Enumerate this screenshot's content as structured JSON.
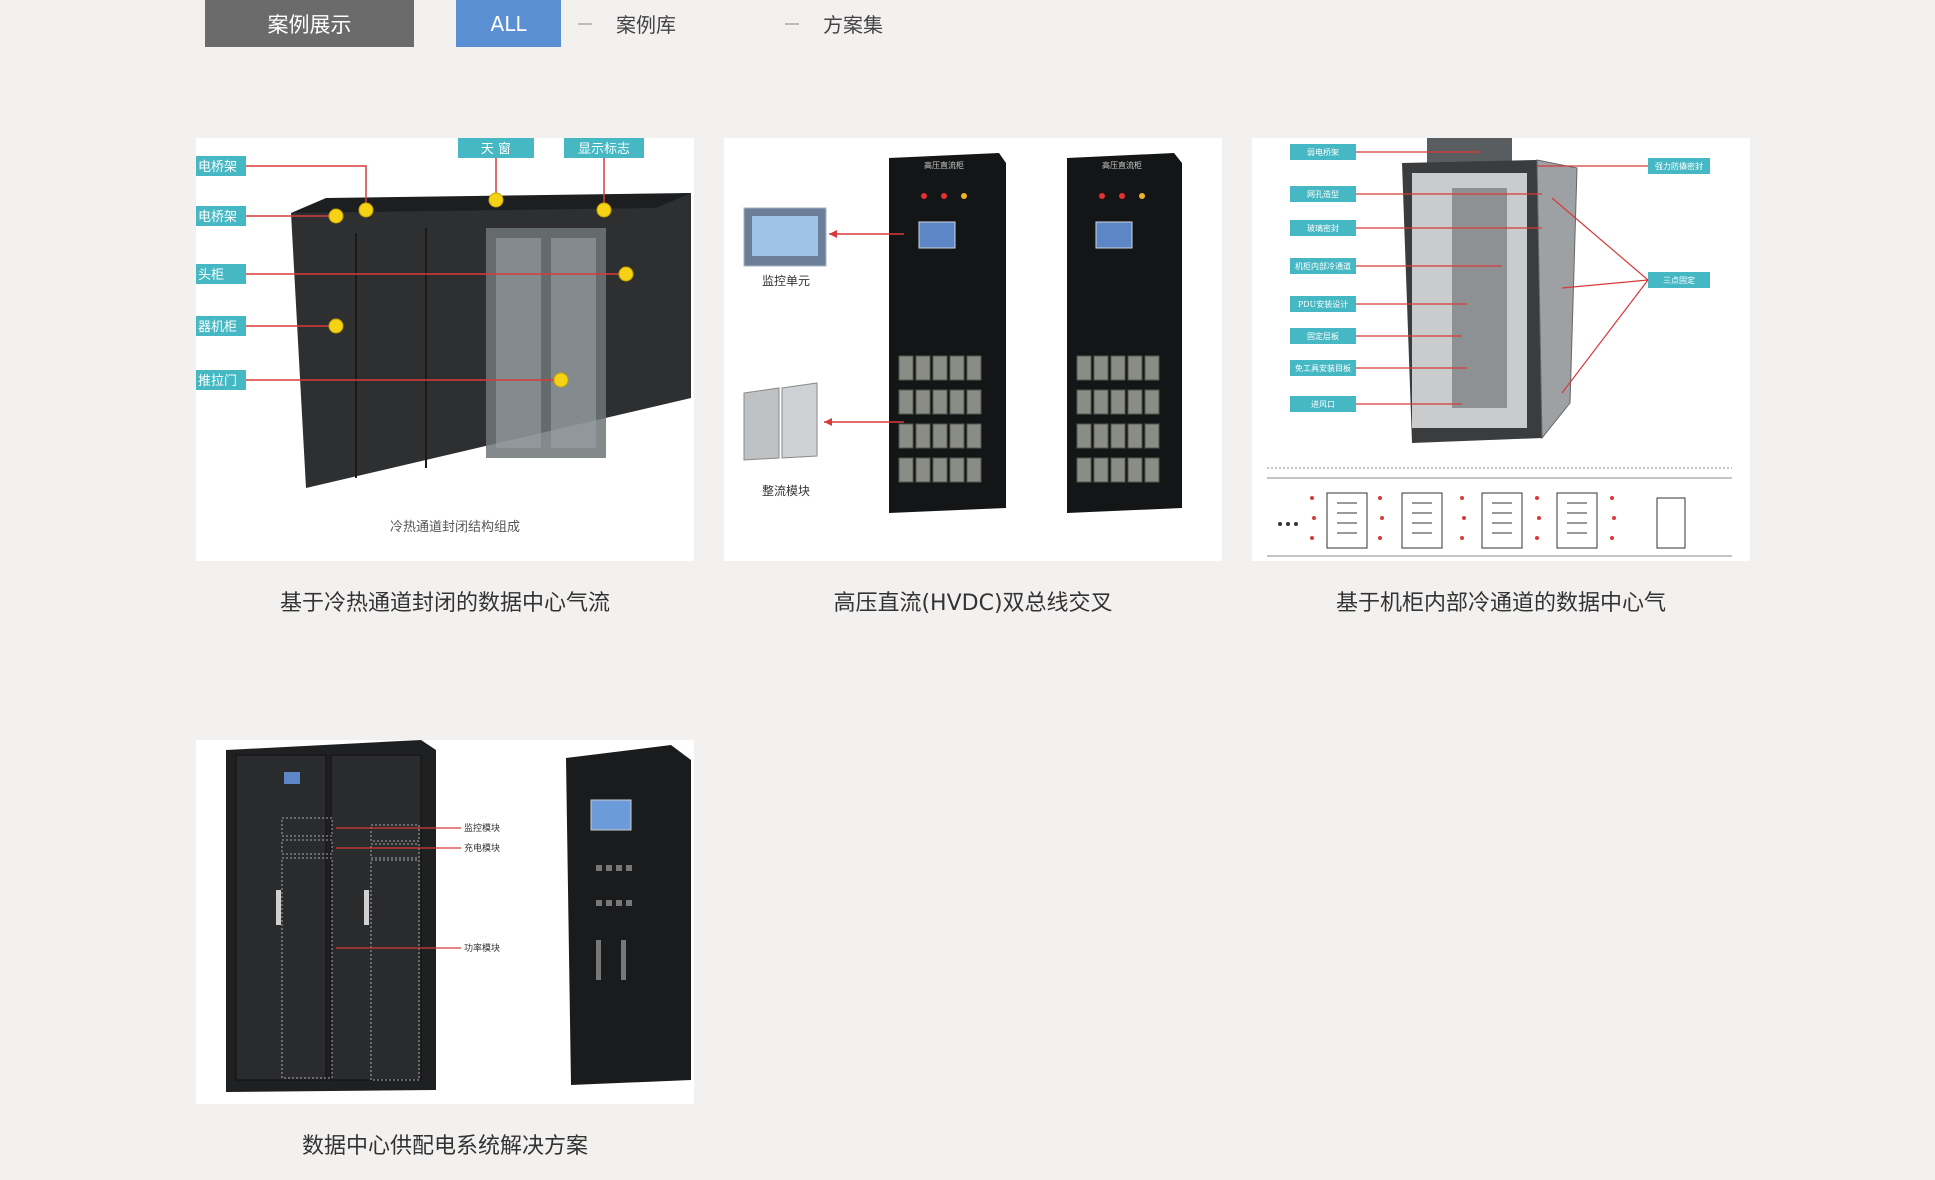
{
  "nav": {
    "section_title": "案例展示",
    "tabs": [
      {
        "label": "ALL",
        "active": true
      },
      {
        "label": "案例库",
        "active": false
      },
      {
        "label": "方案集",
        "active": false
      }
    ]
  },
  "cases": [
    {
      "title": "基于冷热通道封闭的数据中心气流",
      "image": {
        "labels": [
          "天 窗",
          "显示标志",
          "电桥架",
          "电桥架",
          "头柜",
          "器机柜",
          "推拉门"
        ],
        "caption": "冷热通道封闭结构组成"
      }
    },
    {
      "title": "高压直流(HVDC)双总线交叉",
      "image": {
        "labels": [
          "高压直流柜",
          "高压直流柜",
          "监控单元",
          "整流模块"
        ]
      }
    },
    {
      "title": "基于机柜内部冷通道的数据中心气",
      "image": {
        "labels": [
          "弱电桥架",
          "网孔造型",
          "玻璃密封",
          "机柜内部冷通道",
          "PDU安装设计",
          "固定层板",
          "免工具安装目板",
          "进风口",
          "强力防撬密封",
          "三点固定"
        ]
      }
    },
    {
      "title": "数据中心供配电系统解决方案",
      "image": {
        "labels": [
          "监控模块",
          "充电模块",
          "功率模块"
        ]
      }
    }
  ],
  "colors": {
    "page_bg": "#f3f1f0",
    "nav_title_bg": "#6b6b6b",
    "nav_active_bg": "#5b8fd4",
    "label_teal": "#45b8c4",
    "leader_red": "#d83a3a",
    "dot_yellow": "#f5d314"
  }
}
